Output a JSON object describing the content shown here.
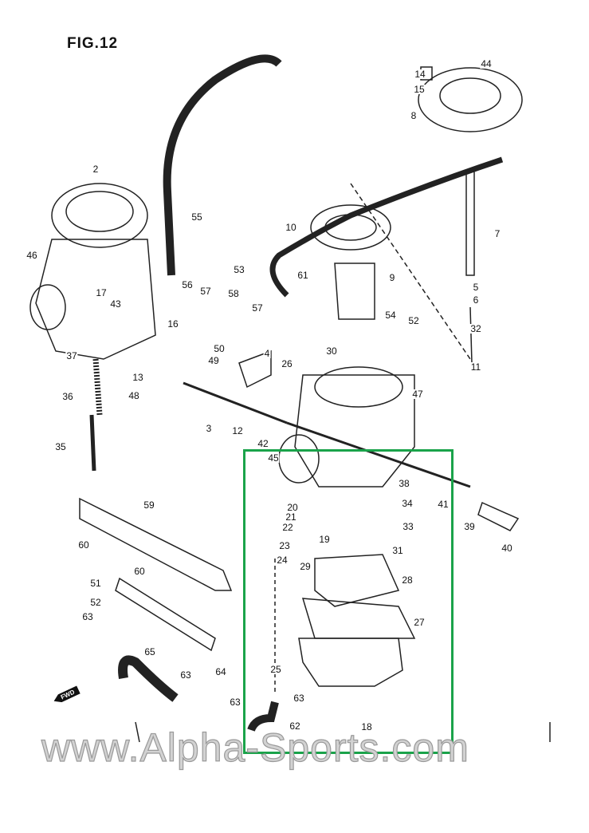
{
  "figure_title": "FIG.12",
  "watermark": "www.Alpha-Sports.com",
  "fwd_marker": "FWD",
  "highlight_color": "#1aa34a",
  "part_labels": [
    "14",
    "15",
    "8",
    "44",
    "2",
    "55",
    "10",
    "7",
    "46",
    "53",
    "61",
    "9",
    "56",
    "5",
    "6",
    "17",
    "43",
    "57",
    "58",
    "57",
    "54",
    "52",
    "32",
    "16",
    "30",
    "50",
    "49",
    "4",
    "26",
    "11",
    "37",
    "13",
    "48",
    "47",
    "36",
    "3",
    "12",
    "42",
    "45",
    "35",
    "38",
    "34",
    "41",
    "20",
    "21",
    "22",
    "33",
    "39",
    "59",
    "60",
    "19",
    "23",
    "31",
    "40",
    "24",
    "29",
    "28",
    "60",
    "51",
    "52",
    "63",
    "27",
    "65",
    "25",
    "63",
    "64",
    "63",
    "63",
    "62",
    "18"
  ]
}
